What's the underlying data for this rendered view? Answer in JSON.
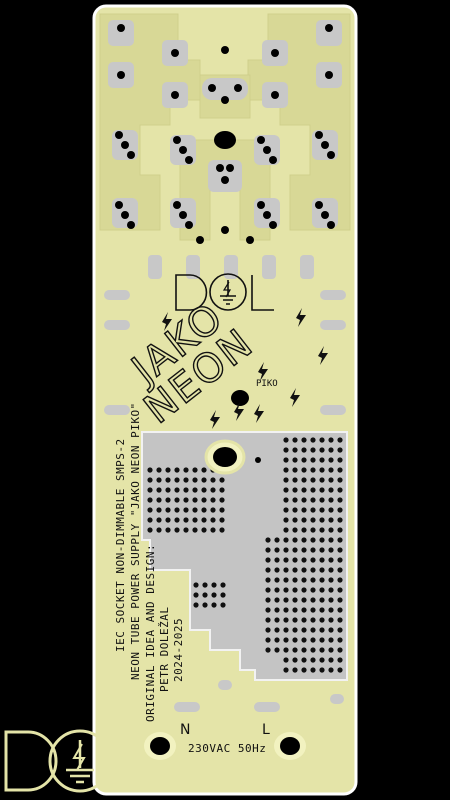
{
  "board": {
    "colors": {
      "background": "#000000",
      "soldermask": "#e4e4a8",
      "copper_plane": "#c8c8c8",
      "pad_gold": "#f2f2c0",
      "silkscreen": "#111111",
      "board_edge": "#ffffff"
    },
    "logo_top": "DOL",
    "logo_bottom": "DOL",
    "brand_art": {
      "line1": "JAKO",
      "line2": "NEON",
      "tag": "PIKO"
    },
    "text_lines": [
      "IEC SOCKET NON-DIMMABLE SMPS-2",
      "NEON TUBE POWER SUPPLY \"JAKO NEON PIKO\""
    ],
    "credits": [
      "ORIGINAL IDEA AND DESIGN:",
      "PETR DOLEŽAL",
      "2024-2025"
    ],
    "terminal_n": "N",
    "terminal_l": "L",
    "power_rating": "230VAC 50Hz",
    "icons": [
      "lightning-bolt-icon",
      "ground-symbol-icon"
    ]
  }
}
